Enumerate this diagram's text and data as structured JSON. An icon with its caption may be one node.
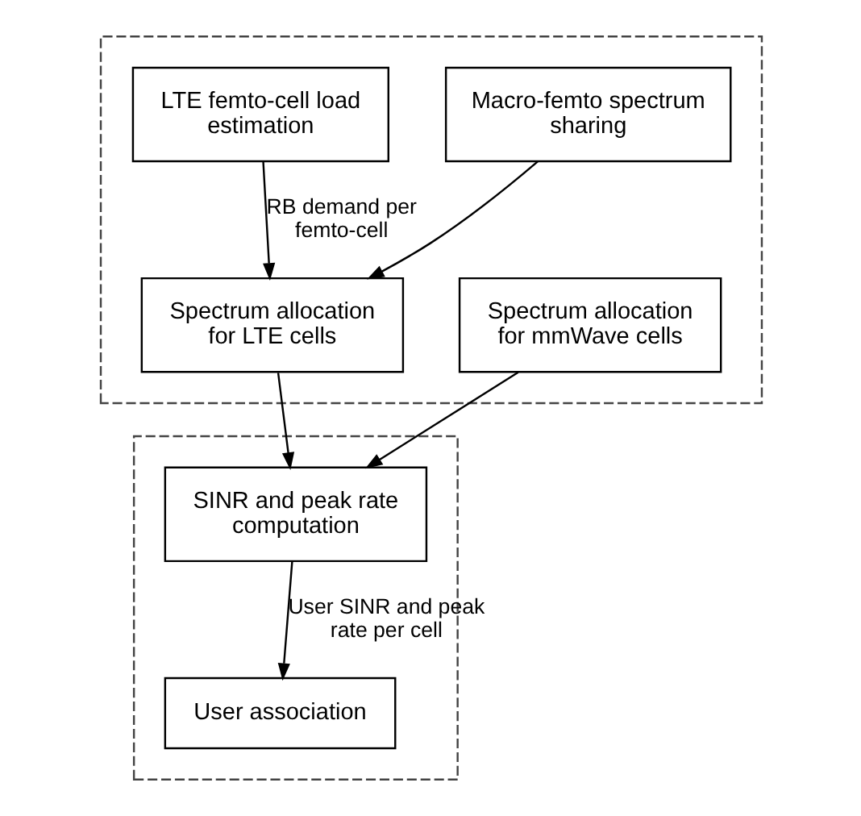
{
  "diagram": {
    "nodes": [
      {
        "text": [],
        "shape": "box"
      },
      {
        "text": [
          "Macro-femto spectrum sharing"
        ],
        "in": 0
      },
      {
        "text": [
          "LTE femto-cell load estimation"
        ],
        "in": 0
      },
      {
        "text": [
          "Spectrum allocation for LTE cells"
        ],
        "in": 0
      },
      {
        "text": [
          "Spectrum allocation for mmWave cells"
        ],
        "in": 0
      },
      {
        "text": [],
        "shape": "box"
      },
      {
        "text": [
          "SINR and peak rate computation"
        ],
        "in": 5
      },
      {
        "text": [
          "User association"
        ],
        "in": 5
      }
    ],
    "edges": [
      {
        "from": 1,
        "to": 3,
        "arrow": "to"
      },
      {
        "from": 2,
        "to": 3,
        "arrow": "to",
        "label": "RB demand per femto-cell"
      },
      {
        "from": 3,
        "to": 6,
        "arrow": "to"
      },
      {
        "from": 4,
        "to": 6,
        "arrow": "to"
      },
      {
        "from": 6,
        "to": 7,
        "arrow": "to",
        "label": "User SINR and peak rate per cell"
      }
    ]
  }
}
